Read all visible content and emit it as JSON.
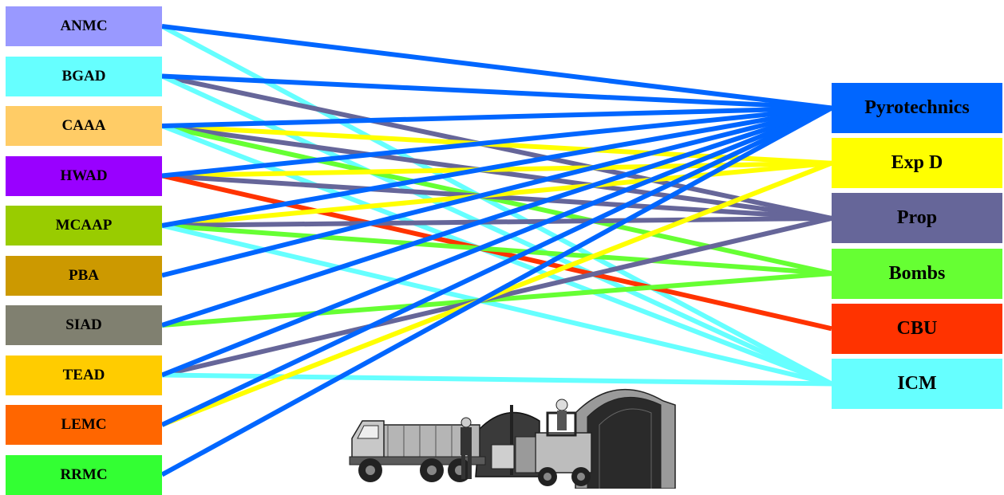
{
  "sources": [
    {
      "id": "ANMC",
      "label": "ANMC",
      "color": "#9999FF"
    },
    {
      "id": "BGAD",
      "label": "BGAD",
      "color": "#66FFFF"
    },
    {
      "id": "CAAA",
      "label": "CAAA",
      "color": "#FFCC66"
    },
    {
      "id": "HWAD",
      "label": "HWAD",
      "color": "#9900FF"
    },
    {
      "id": "MCAAP",
      "label": "MCAAP",
      "color": "#99CC00"
    },
    {
      "id": "PBA",
      "label": "PBA",
      "color": "#CC9900"
    },
    {
      "id": "SIAD",
      "label": "SIAD",
      "color": "#808070"
    },
    {
      "id": "TEAD",
      "label": "TEAD",
      "color": "#FFCC00"
    },
    {
      "id": "LEMC",
      "label": "LEMC",
      "color": "#FF6600"
    },
    {
      "id": "RRMC",
      "label": "RRMC",
      "color": "#33FF33"
    }
  ],
  "targets": [
    {
      "id": "Pyrotechnics",
      "label": "Pyrotechnics",
      "color": "#0066FF"
    },
    {
      "id": "ExpD",
      "label": "Exp D",
      "color": "#FFFF00"
    },
    {
      "id": "Prop",
      "label": "Prop",
      "color": "#666699"
    },
    {
      "id": "Bombs",
      "label": "Bombs",
      "color": "#66FF33"
    },
    {
      "id": "CBU",
      "label": "CBU",
      "color": "#FF3300"
    },
    {
      "id": "ICM",
      "label": "ICM",
      "color": "#66FFFF"
    }
  ],
  "links": [
    {
      "from": "ANMC",
      "to": "Pyrotechnics"
    },
    {
      "from": "ANMC",
      "to": "ICM"
    },
    {
      "from": "BGAD",
      "to": "Pyrotechnics"
    },
    {
      "from": "BGAD",
      "to": "Prop"
    },
    {
      "from": "BGAD",
      "to": "ICM"
    },
    {
      "from": "CAAA",
      "to": "Pyrotechnics"
    },
    {
      "from": "CAAA",
      "to": "ExpD"
    },
    {
      "from": "CAAA",
      "to": "Prop"
    },
    {
      "from": "CAAA",
      "to": "Bombs"
    },
    {
      "from": "CAAA",
      "to": "ICM"
    },
    {
      "from": "HWAD",
      "to": "Pyrotechnics"
    },
    {
      "from": "HWAD",
      "to": "ExpD"
    },
    {
      "from": "HWAD",
      "to": "Prop"
    },
    {
      "from": "HWAD",
      "to": "CBU"
    },
    {
      "from": "MCAAP",
      "to": "Pyrotechnics"
    },
    {
      "from": "MCAAP",
      "to": "ExpD"
    },
    {
      "from": "MCAAP",
      "to": "Prop"
    },
    {
      "from": "MCAAP",
      "to": "Bombs"
    },
    {
      "from": "MCAAP",
      "to": "ICM"
    },
    {
      "from": "PBA",
      "to": "Pyrotechnics"
    },
    {
      "from": "SIAD",
      "to": "Pyrotechnics"
    },
    {
      "from": "SIAD",
      "to": "Bombs"
    },
    {
      "from": "TEAD",
      "to": "Pyrotechnics"
    },
    {
      "from": "TEAD",
      "to": "Prop"
    },
    {
      "from": "TEAD",
      "to": "ICM"
    },
    {
      "from": "LEMC",
      "to": "Pyrotechnics"
    },
    {
      "from": "LEMC",
      "to": "ExpD"
    },
    {
      "from": "RRMC",
      "to": "Pyrotechnics"
    }
  ],
  "illustration": {
    "icon": "forklift-truck-bunker-icon"
  }
}
